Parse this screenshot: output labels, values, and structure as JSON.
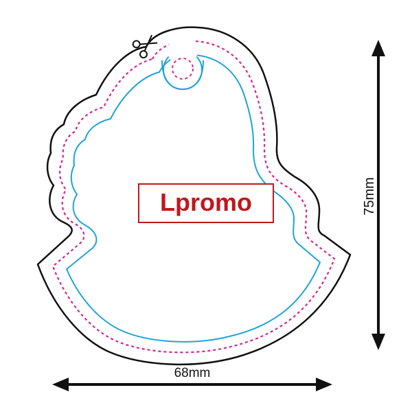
{
  "logo": {
    "text": "Lpromo",
    "color": "#c0171c"
  },
  "dimensions": {
    "width_label": "68mm",
    "height_label": "75mm"
  },
  "colors": {
    "cut_line": "#111111",
    "bleed_line": "#d6248f",
    "safe_line": "#1fa3d6",
    "dimension_arrow": "#111111"
  },
  "icons": {
    "cut_marker": "scissors-icon"
  }
}
